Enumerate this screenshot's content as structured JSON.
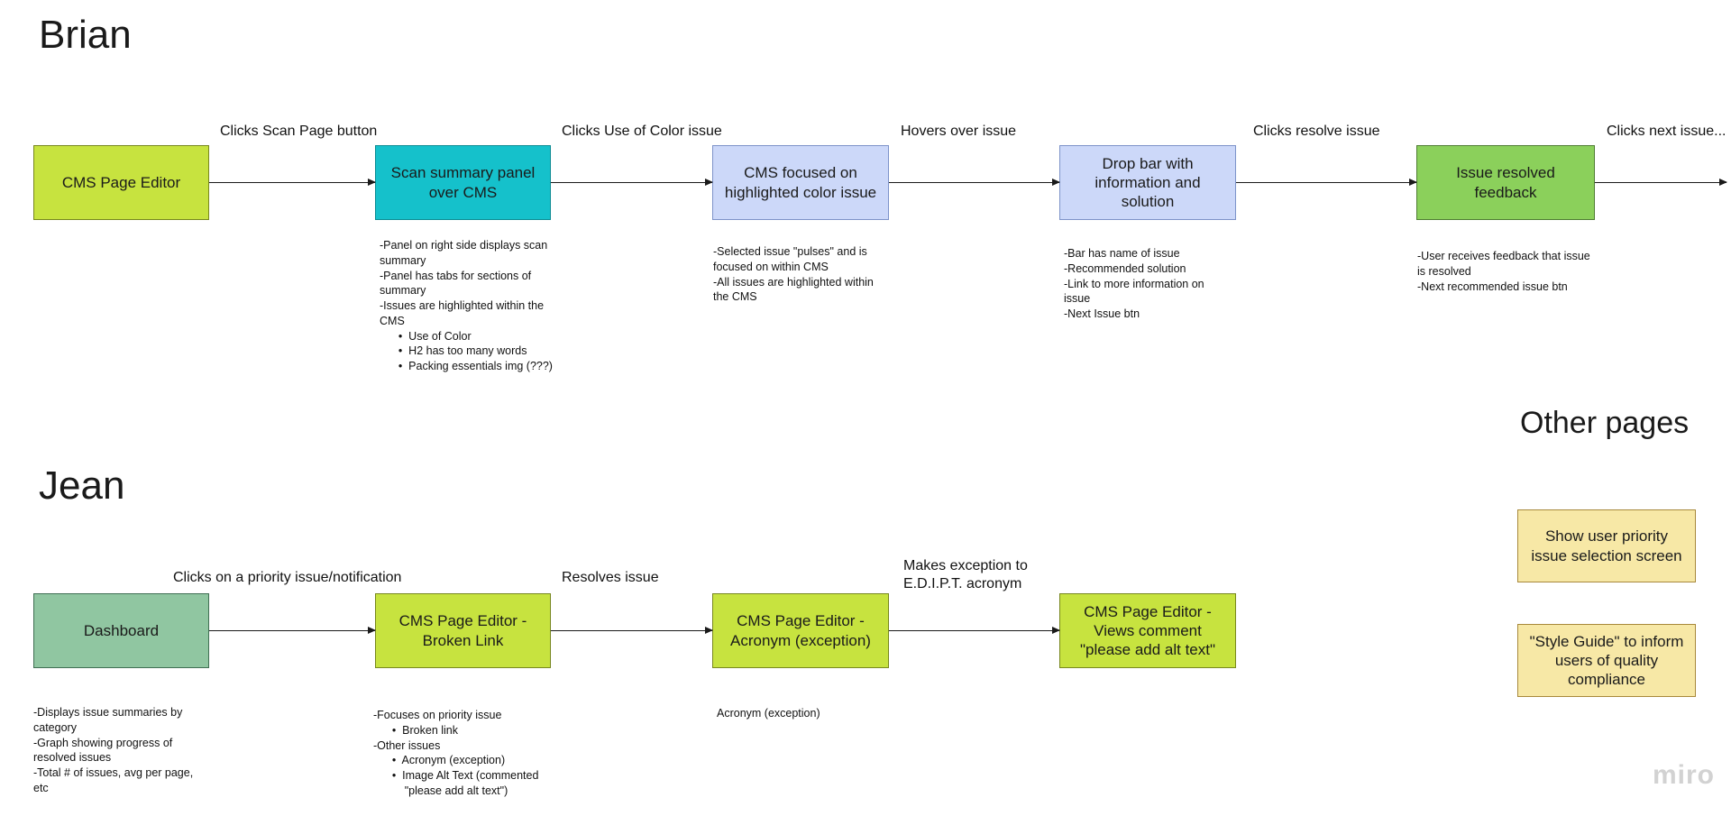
{
  "palette": {
    "lime": {
      "fill": "#c7e33f",
      "border": "#77871d"
    },
    "teal": {
      "fill": "#15c1cb",
      "border": "#0b8c94"
    },
    "lavender": {
      "fill": "#ccd8f9",
      "border": "#7d93c9"
    },
    "green": {
      "fill": "#8bd05b",
      "border": "#4f7d33"
    },
    "sage": {
      "fill": "#90c6a1",
      "border": "#3f6e52"
    },
    "sand": {
      "fill": "#f7e8a6",
      "border": "#a8893c"
    },
    "arrow_color": "#1a1a1a",
    "watermark_color": "#d2d2d2"
  },
  "watermark": "miro",
  "brian": {
    "title": "Brian",
    "steps": [
      {
        "label": "CMS Page Editor"
      },
      {
        "label": "Scan summary panel over CMS",
        "note": "-Panel on right side displays scan summary\n-Panel has tabs for sections of summary\n-Issues are highlighted within the CMS\n      •  Use of Color\n      •  H2 has too many words\n      •  Packing essentials img (???)"
      },
      {
        "label": "CMS focused on highlighted color issue",
        "note": "-Selected issue \"pulses\" and is focused on within CMS\n-All issues are highlighted within the CMS"
      },
      {
        "label": "Drop bar with information and solution",
        "note": "-Bar has name of issue\n-Recommended solution\n-Link to more information on issue\n-Next Issue btn"
      },
      {
        "label": "Issue resolved feedback",
        "note": "-User receives feedback that issue is resolved\n-Next recommended issue btn"
      }
    ],
    "transitions": [
      {
        "label": "Clicks Scan Page button"
      },
      {
        "label": "Clicks Use of Color issue"
      },
      {
        "label": "Hovers over issue"
      },
      {
        "label": "Clicks resolve issue"
      },
      {
        "label": "Clicks next issue..."
      }
    ]
  },
  "jean": {
    "title": "Jean",
    "steps": [
      {
        "label": "Dashboard",
        "note": "-Displays issue summaries by category\n-Graph showing progress of resolved issues\n-Total # of issues, avg per page, etc"
      },
      {
        "label": "CMS Page Editor - Broken Link",
        "note": "-Focuses on priority issue\n      •  Broken link\n-Other issues\n      •  Acronym (exception)\n      •  Image Alt Text (commented\n          \"please add alt text\")"
      },
      {
        "label": "CMS Page Editor - Acronym (exception)",
        "note": "Acronym (exception)"
      },
      {
        "label": "CMS Page Editor - Views comment \"please add alt text\""
      }
    ],
    "transitions": [
      {
        "label": "Clicks on a priority issue/notification"
      },
      {
        "label": "Resolves issue"
      },
      {
        "label": "Makes exception to\nE.D.I.P.T. acronym"
      }
    ]
  },
  "other_pages": {
    "title": "Other pages",
    "cards": [
      {
        "label": "Show user priority issue selection screen"
      },
      {
        "label": "\"Style Guide\" to inform users of quality compliance"
      }
    ]
  }
}
